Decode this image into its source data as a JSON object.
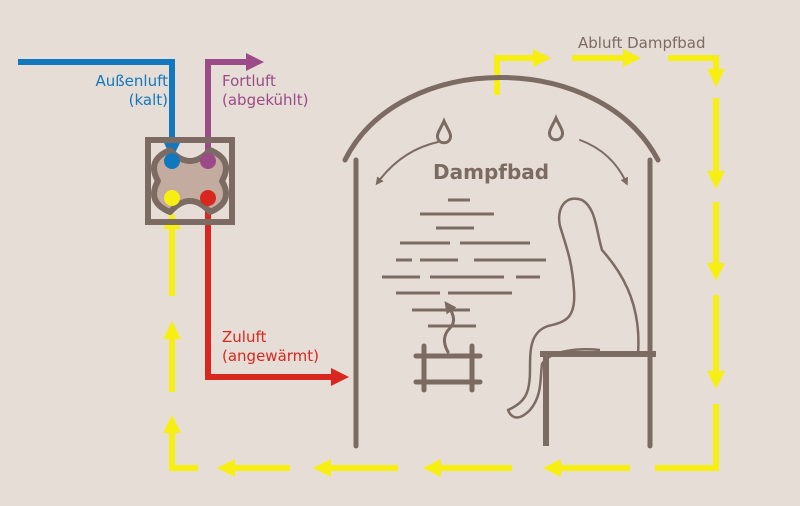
{
  "labels": {
    "outside_air": [
      "Außenluft",
      "(kalt)"
    ],
    "exhaust_air": [
      "Fortluft",
      "(abgekühlt)"
    ],
    "supply_air": [
      "Zuluft",
      "(angewärmt)"
    ],
    "steam_exhaust": "Abluft Dampfbad",
    "room_title": "Dampfbad"
  },
  "colors": {
    "background": "#e6ddd6",
    "structure": "#7b6b62",
    "outside_air": "#1178c0",
    "exhaust_air": "#9a4b88",
    "supply_air": "#d9271f",
    "return_air": "#f7ee12"
  }
}
